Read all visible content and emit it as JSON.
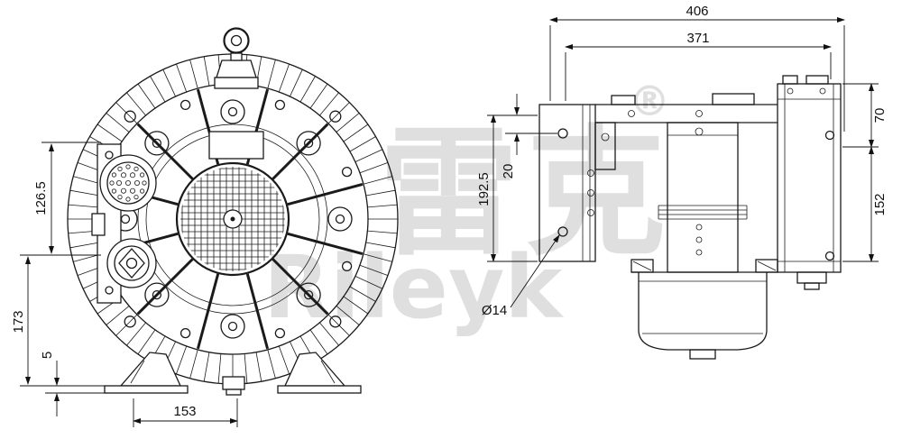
{
  "watermark": {
    "registered": "®",
    "cjk": "雷克",
    "latin": "Rileyk",
    "color": "#c5c5c5"
  },
  "dimensions": {
    "front": {
      "vertical_upper": "126.5",
      "vertical_lower": "173",
      "base_thickness": "5",
      "foot_spacing": "153"
    },
    "side": {
      "overall_width": "406",
      "flange_width": "371",
      "top_height": "70",
      "lower_height": "152",
      "plate_height": "192.5",
      "hole_offset": "20",
      "hole_diameter": "Ø14"
    }
  },
  "colors": {
    "line": "#1a1a1a",
    "background": "#ffffff"
  }
}
